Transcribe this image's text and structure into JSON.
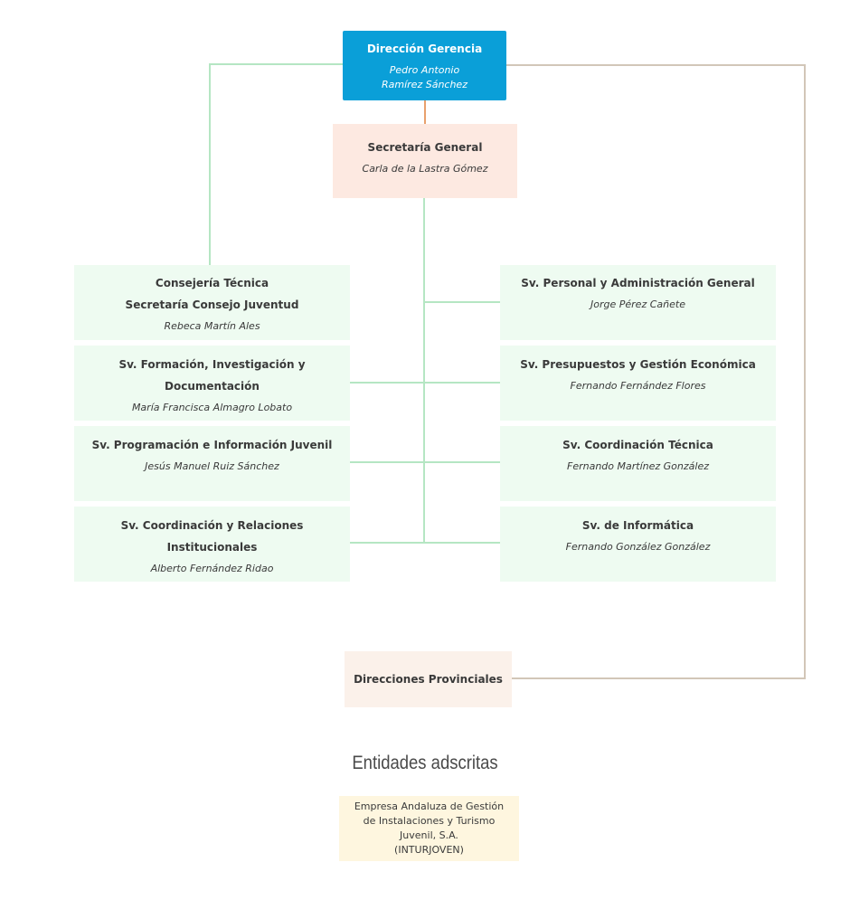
{
  "direccion": {
    "title": "Dirección Gerencia",
    "name_line1": "Pedro Antonio",
    "name_line2": "Ramírez Sánchez"
  },
  "secretaria": {
    "title": "Secretaría General",
    "name": "Carla de la Lastra Gómez"
  },
  "left_units": [
    {
      "title": "Consejería Técnica",
      "title2": "Secretaría Consejo Juventud",
      "name": "Rebeca Martín Ales"
    },
    {
      "title": "Sv. Formación, Investigación y Documentación",
      "name": "María Francisca Almagro Lobato"
    },
    {
      "title": "Sv. Programación e Información Juvenil",
      "name": "Jesús Manuel Ruiz Sánchez"
    },
    {
      "title": "Sv. Coordinación y Relaciones Institucionales",
      "name": "Alberto Fernández Ridao"
    }
  ],
  "right_units": [
    {
      "title": "Sv. Personal y Administración General",
      "name": "Jorge Pérez Cañete"
    },
    {
      "title": "Sv. Presupuestos y Gestión Económica",
      "name": "Fernando Fernández Flores"
    },
    {
      "title": "Sv. Coordinación Técnica",
      "name": "Fernando Martínez González"
    },
    {
      "title": "Sv. de Informática",
      "name": "Fernando González González"
    }
  ],
  "provincial": {
    "title": "Direcciones Provinciales"
  },
  "entidades": {
    "heading": "Entidades adscritas",
    "line1": "Empresa Andaluza de Gestión",
    "line2": "de Instalaciones y Turismo",
    "line3": "Juvenil, S.A.",
    "line4": "(INTURJOVEN)"
  },
  "colors": {
    "direccion_bg": "#0a9fd8",
    "secretaria_bg": "#fde9e1",
    "unit_bg": "#eefbf1",
    "provincial_bg": "#fbf1ea",
    "entidad_bg": "#fef6df",
    "connector_green": "#b5e6c3",
    "connector_tan": "#d2c6b8",
    "connector_orange": "#e8a06d"
  }
}
